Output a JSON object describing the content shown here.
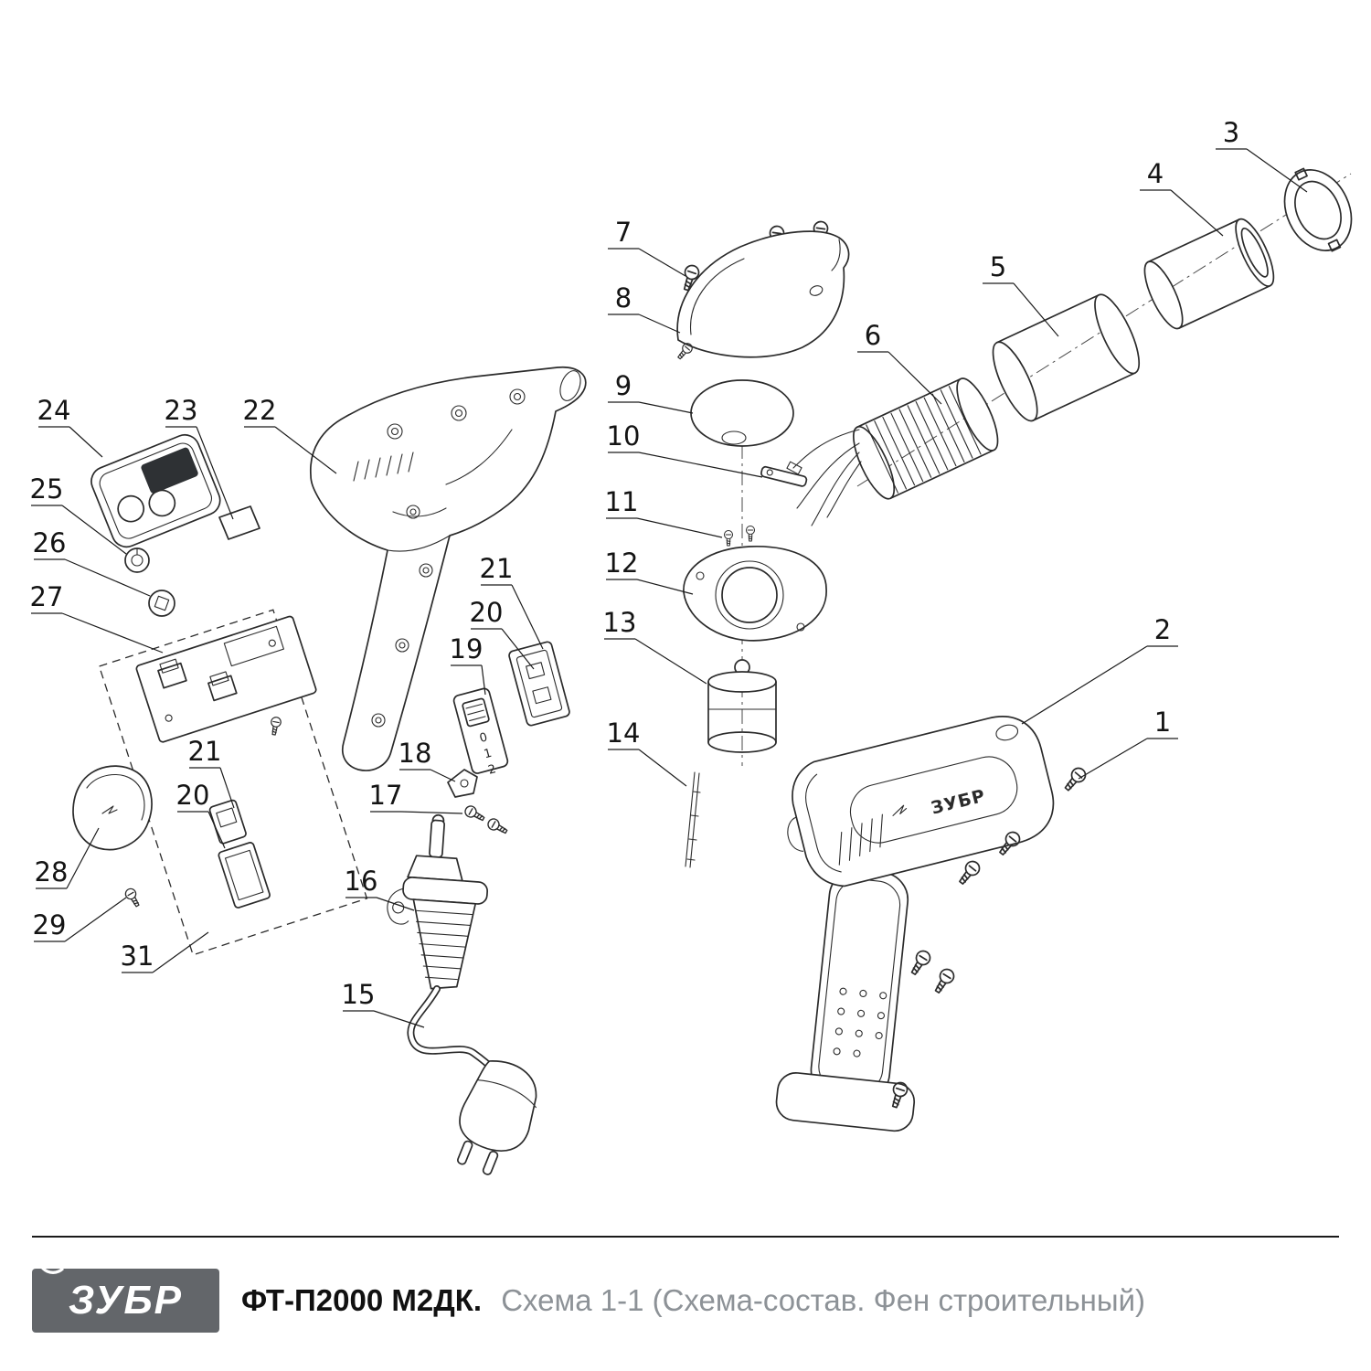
{
  "footer": {
    "brand": "ЗУБР",
    "model": "ФТ-П2000 М2ДК.",
    "subtitle": "Схема 1-1 (Схема-состав. Фен строительный)"
  },
  "diagram": {
    "labels": {
      "1": "1",
      "2": "2",
      "3": "3",
      "4": "4",
      "5": "5",
      "6": "6",
      "7": "7",
      "8": "8",
      "9": "9",
      "10": "10",
      "11": "11",
      "12": "12",
      "13": "13",
      "14": "14",
      "15": "15",
      "16": "16",
      "17": "17",
      "18": "18",
      "19": "19",
      "20": "20",
      "21": "21",
      "22": "22",
      "23": "23",
      "24": "24",
      "25": "25",
      "26": "26",
      "27": "27",
      "28": "28",
      "29": "29",
      "31": "31"
    },
    "switch_scale": [
      "0",
      "1",
      "2"
    ],
    "gun_markings": {
      "brand": "ЗУБР"
    }
  },
  "colors": {
    "line": "#2b2b2b",
    "logo_background": "#63666a",
    "subtitle_text": "#8d9297"
  }
}
